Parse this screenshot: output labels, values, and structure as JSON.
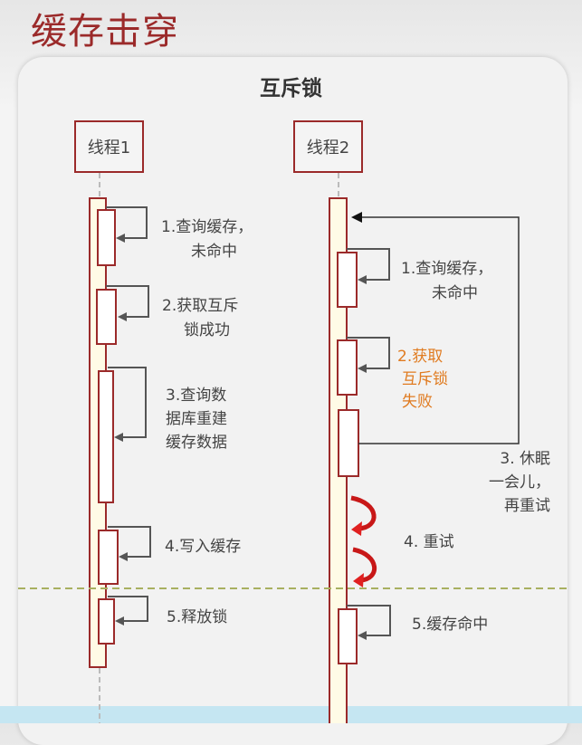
{
  "page_title": "缓存击穿",
  "diagram": {
    "title": "互斥锁",
    "actors": [
      {
        "name": "线程1"
      },
      {
        "name": "线程2"
      }
    ],
    "thread1_steps": [
      {
        "lines": [
          "1.查询缓存，",
          "未命中"
        ]
      },
      {
        "lines": [
          "2.获取互斥",
          "锁成功"
        ]
      },
      {
        "lines": [
          "3.查询数",
          "据库重建",
          "缓存数据"
        ]
      },
      {
        "lines": [
          "4.写入缓存"
        ]
      },
      {
        "lines": [
          "5.释放锁"
        ]
      }
    ],
    "thread2_steps": [
      {
        "lines": [
          "1.查询缓存，",
          "未命中"
        ]
      },
      {
        "lines": [
          "2.获取",
          "互斥锁",
          "失败"
        ],
        "highlight": true
      },
      {
        "lines": [
          "3. 休眠",
          "一会儿，",
          "再重试"
        ]
      },
      {
        "lines": [
          "4. 重试"
        ]
      },
      {
        "lines": [
          "5.缓存命中"
        ]
      }
    ]
  },
  "colors": {
    "title_red": "#9b2a2a",
    "lifeline_fill": "#fffbe6",
    "fail_orange": "#e07b20",
    "retry_red": "#d81b1b",
    "divider_green": "#a8b060"
  }
}
